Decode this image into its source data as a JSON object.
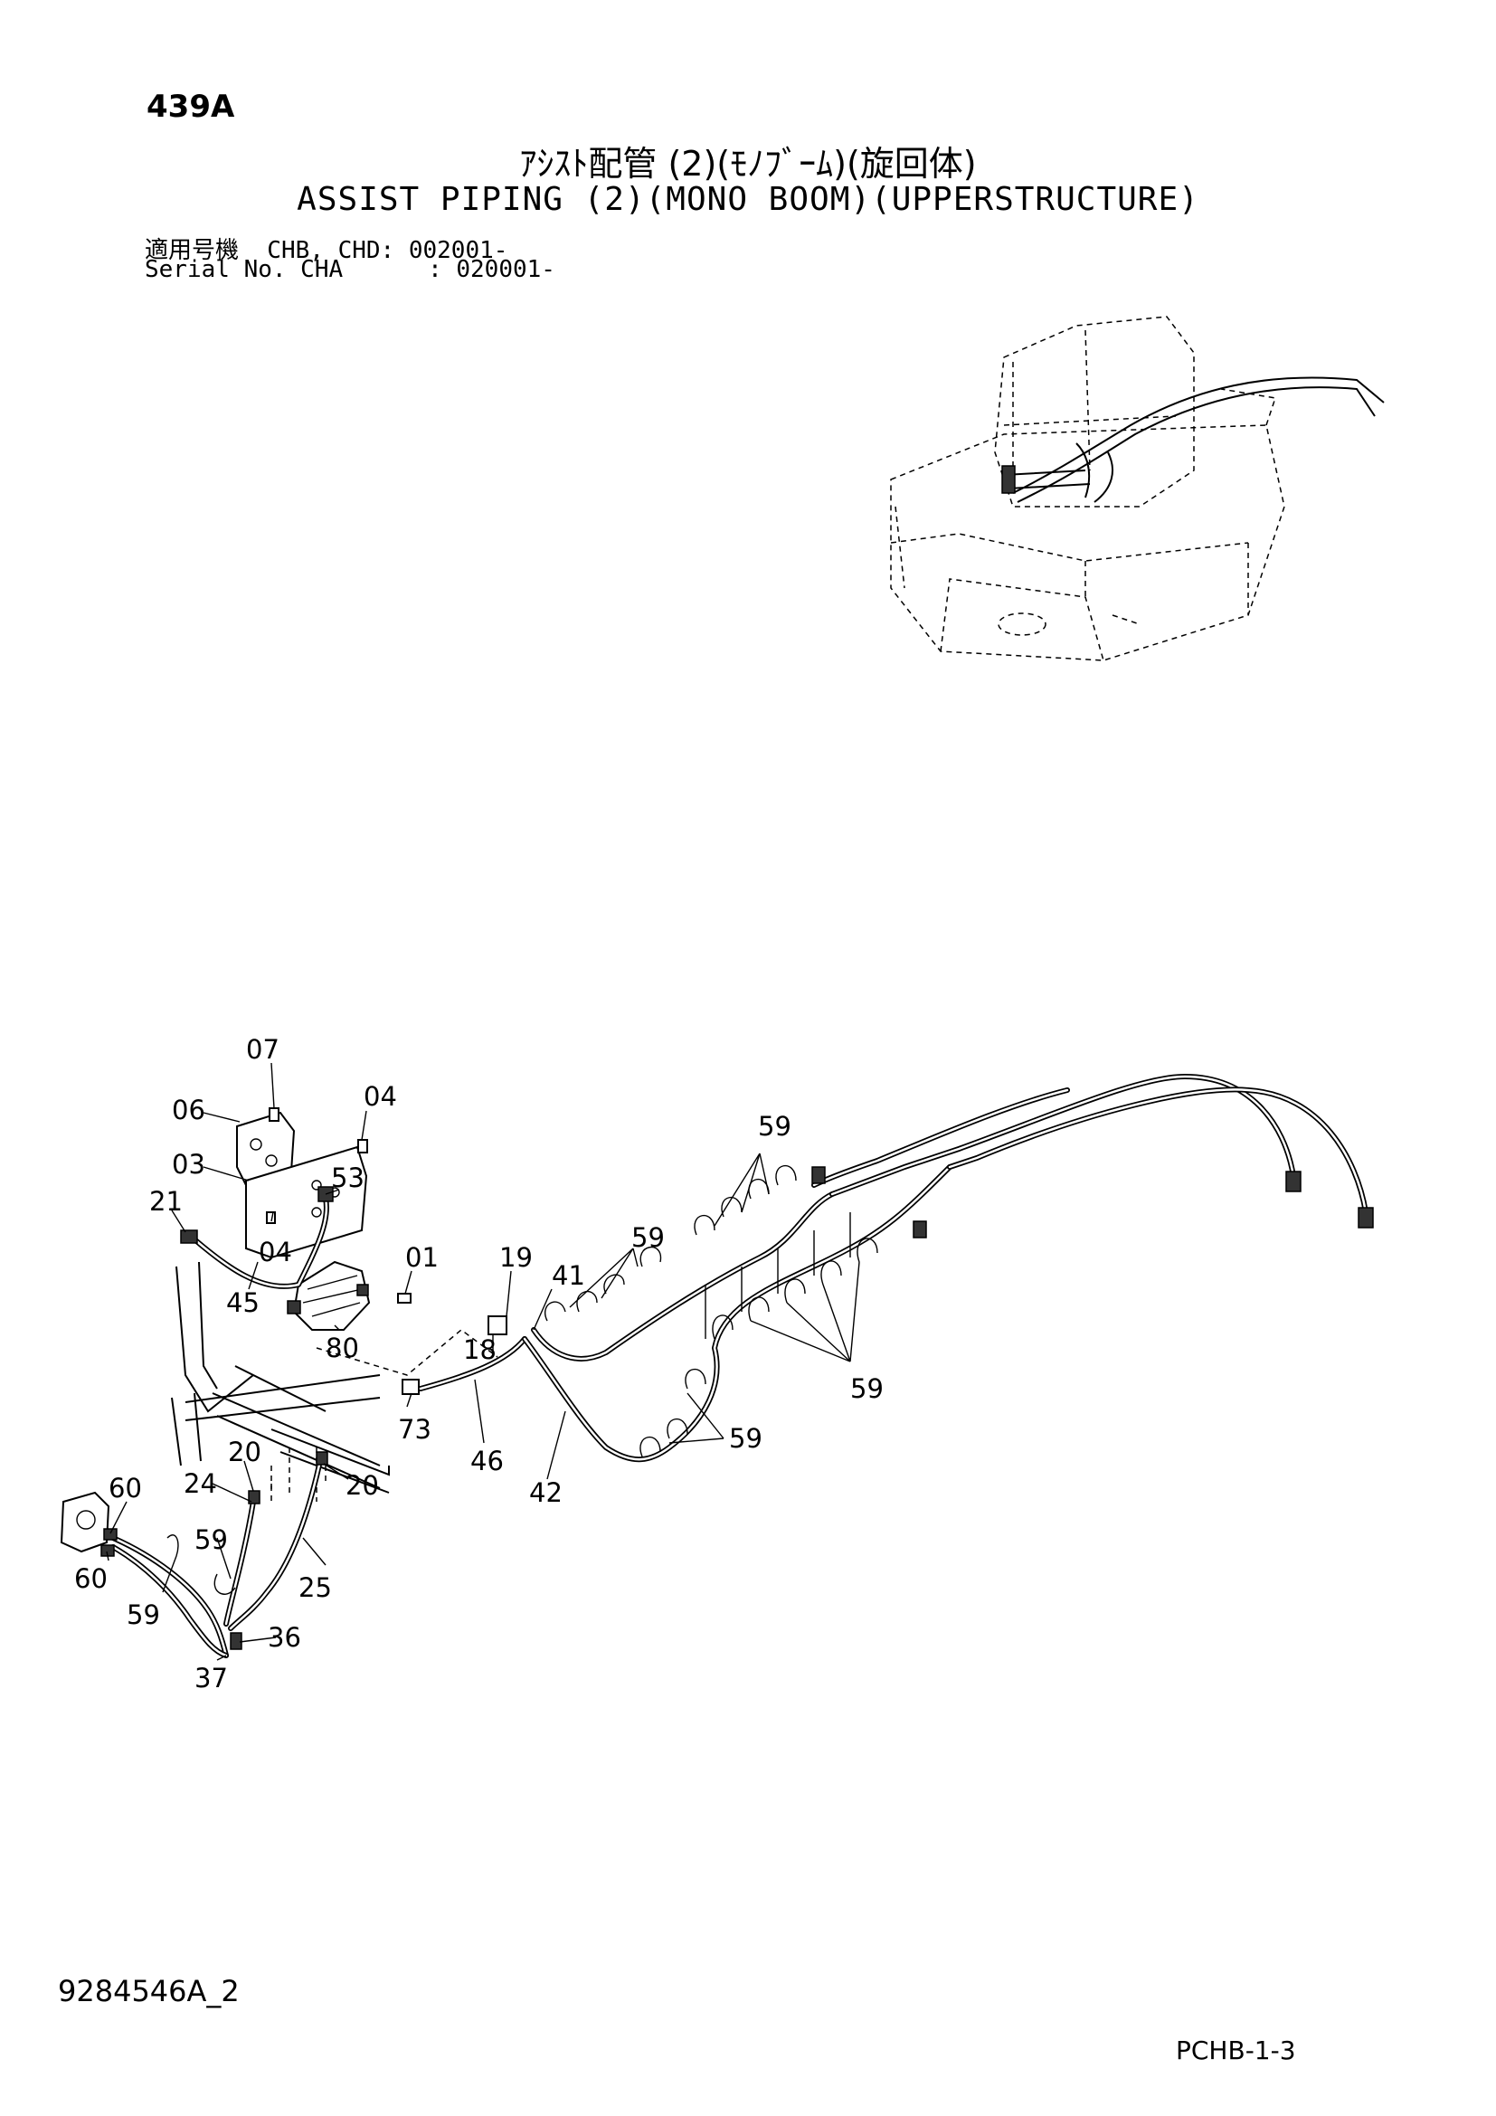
{
  "header": {
    "page_id": "439A",
    "title_jp": "ｱｼｽﾄ配管 (2)(ﾓﾉﾌﾞｰﾑ)(旋回体)",
    "title_en": "ASSIST PIPING (2)(MONO BOOM)(UPPERSTRUCTURE)",
    "serial_line_1": "適用号機  CHB, CHD: 002001-",
    "serial_line_2": "Serial No. CHA      : 020001-"
  },
  "callouts": {
    "c07": "07",
    "c06": "06",
    "c04a": "04",
    "c03": "03",
    "c53": "53",
    "c21": "21",
    "c04b": "04",
    "c01": "01",
    "c45": "45",
    "c80": "80",
    "c19": "19",
    "c41": "41",
    "c18": "18",
    "c73": "73",
    "c46": "46",
    "c42": "42",
    "c59a": "59",
    "c59b": "59",
    "c59c": "59",
    "c59d": "59",
    "c59e": "59",
    "c59f": "59",
    "c20a": "20",
    "c20b": "20",
    "c24": "24",
    "c25": "25",
    "c60a": "60",
    "c60b": "60",
    "c36": "36",
    "c37": "37"
  },
  "footer": {
    "doc_code": "9284546A_2",
    "page_code": "PCHB-1-3"
  }
}
